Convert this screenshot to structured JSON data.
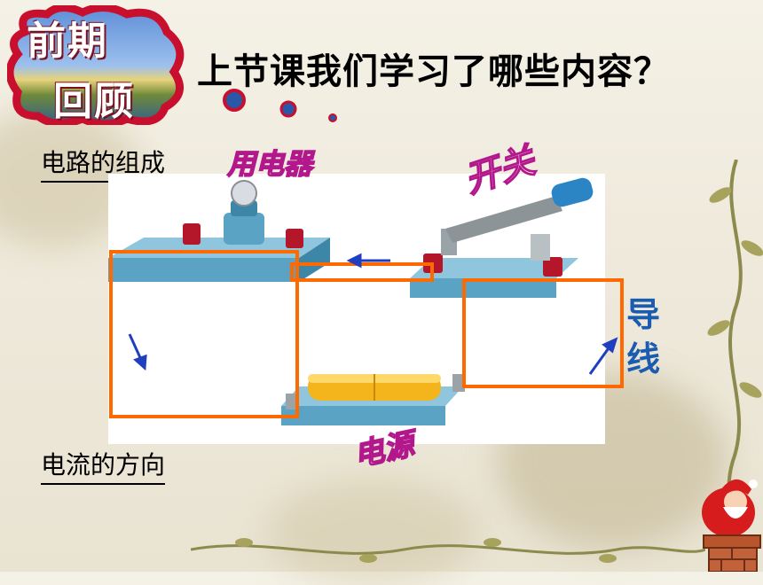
{
  "slide": {
    "badge_line1": "前期",
    "badge_line2": "回顾",
    "question": "上节课我们学习了哪些内容？",
    "circuit_label": "电路的组成",
    "current_label": "电流的方向",
    "parts": {
      "appliance": "用电器",
      "switch": "开关",
      "wire": "导线",
      "source": "电源"
    }
  }
}
